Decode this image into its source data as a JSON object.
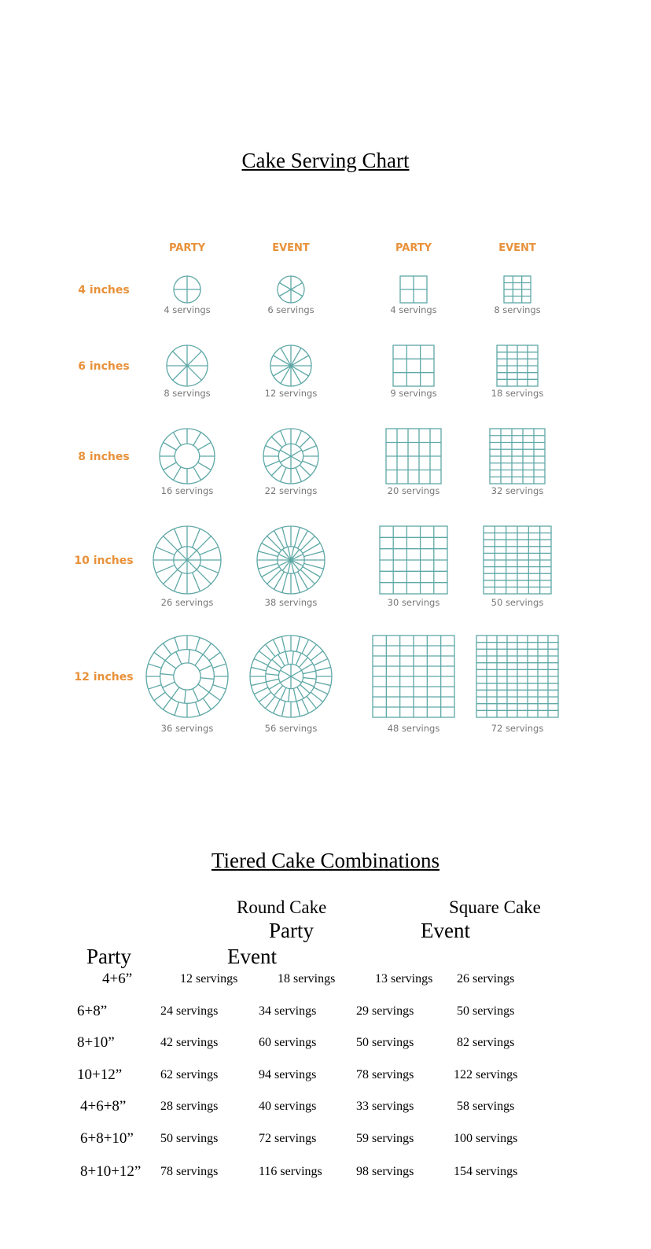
{
  "title": "Cake Serving Chart",
  "colors": {
    "accent_orange": "#e8913a",
    "teal": "#5ea8a6",
    "gray_text": "#777777"
  },
  "serving_chart": {
    "column_headers": [
      "PARTY",
      "EVENT",
      "PARTY",
      "EVENT"
    ],
    "rows": [
      {
        "size": "4  inches",
        "servings": [
          "4 servings",
          "6 servings",
          "4 servings",
          "8 servings"
        ]
      },
      {
        "size": "6  inches",
        "servings": [
          "8 servings",
          "12 servings",
          "9 servings",
          "18 servings"
        ]
      },
      {
        "size": "8  inches",
        "servings": [
          "16 servings",
          "22 servings",
          "20 servings",
          "32 servings"
        ]
      },
      {
        "size": "10  inches",
        "servings": [
          "26 servings",
          "38 servings",
          "30 servings",
          "50 servings"
        ]
      },
      {
        "size": "12  inches",
        "servings": [
          "36 servings",
          "56 servings",
          "48 servings",
          "72 servings"
        ]
      }
    ]
  },
  "tiered": {
    "title": "Tiered Cake Combinations",
    "round_label": "Round Cake",
    "square_label": "Square Cake",
    "party_top": "Party",
    "event_top": "Event",
    "party_left": "Party",
    "event_left": "Event",
    "rows": [
      {
        "size": "4+6”",
        "values": [
          "12 servings",
          "18 servings",
          "13 servings",
          "26 servings"
        ]
      },
      {
        "size": "6+8”",
        "values": [
          "24 servings",
          "34 servings",
          "29 servings",
          "50 servings"
        ]
      },
      {
        "size": "8+10”",
        "values": [
          "42 servings",
          "60 servings",
          "50 servings",
          "82 servings"
        ]
      },
      {
        "size": "10+12”",
        "values": [
          "62 servings",
          "94 servings",
          "78 servings",
          "122 servings"
        ]
      },
      {
        "size": "4+6+8”",
        "values": [
          "28 servings",
          "40 servings",
          "33 servings",
          "58 servings"
        ]
      },
      {
        "size": "6+8+10”",
        "values": [
          "50 servings",
          "72 servings",
          "59 servings",
          "100 servings"
        ]
      },
      {
        "size": "8+10+12”",
        "values": [
          "78 servings",
          "116 servings",
          "98 servings",
          "154 servings"
        ]
      }
    ]
  }
}
